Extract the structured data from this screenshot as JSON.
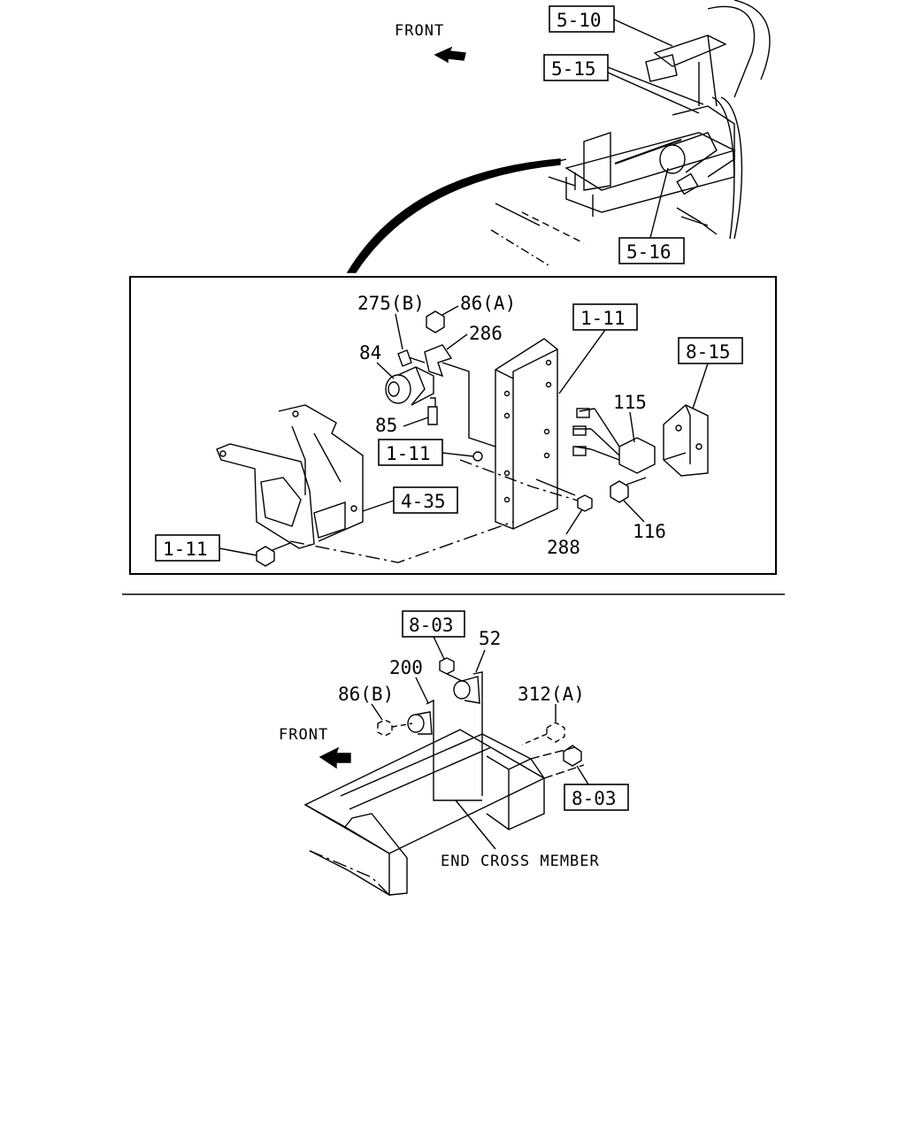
{
  "top_view": {
    "front_label": "FRONT",
    "refs": {
      "r1": "5-10",
      "r2": "5-15",
      "r3": "5-16"
    }
  },
  "detail_view": {
    "refs": {
      "bracket_a": "1-11",
      "bracket_b": "1-11",
      "bolt": "1-11",
      "bracket_c": "8-15",
      "bracket_d": "4-35"
    },
    "parts": {
      "p275": "275(B)",
      "p86a": "86(A)",
      "p286": "286",
      "p84": "84",
      "p85": "85",
      "p115": "115",
      "p116": "116",
      "p288": "288"
    }
  },
  "lower_view": {
    "front_label": "FRONT",
    "caption": "END CROSS MEMBER",
    "refs": {
      "r1": "8-03",
      "r2": "8-03"
    },
    "parts": {
      "p52": "52",
      "p200": "200",
      "p86b": "86(B)",
      "p312a": "312(A)"
    }
  }
}
